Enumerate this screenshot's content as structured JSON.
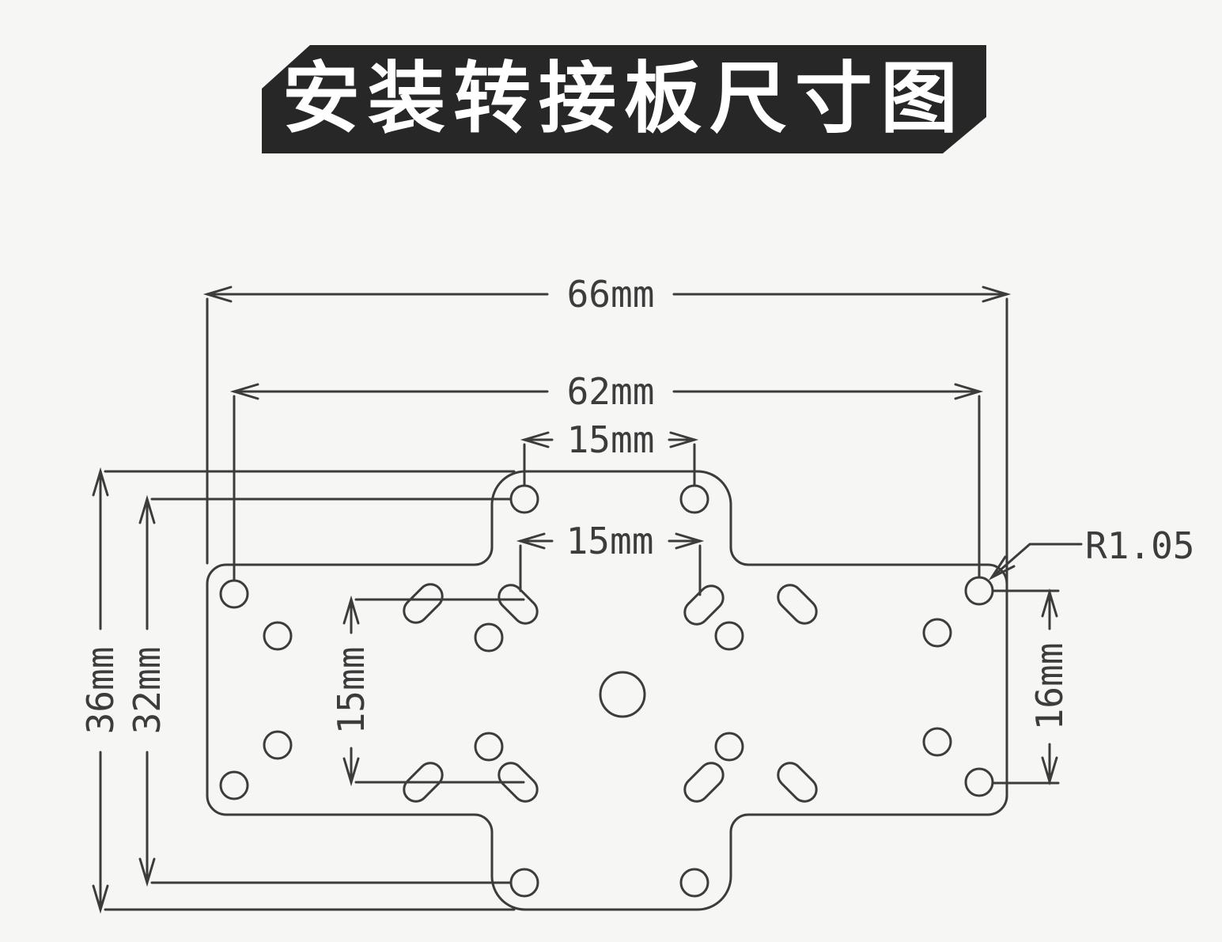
{
  "page": {
    "background": "#f6f6f4"
  },
  "banner": {
    "title": "安装转接板尺寸图",
    "background": "#272727",
    "text_color": "#ffffff"
  },
  "drawing": {
    "line_color": "#3c3c3c",
    "labels": {
      "overall_width": "66mm",
      "inner_hole_span_width": "62mm",
      "top_tab_hole_spacing": "15mm",
      "middle_slot_spacing": "15mm",
      "vertical_slot_spacing": "15mm",
      "overall_height": "36mm",
      "vertical_hole_span": "32mm",
      "right_hole_spacing": "16mm",
      "corner_hole_radius_note": "R1.05"
    }
  }
}
